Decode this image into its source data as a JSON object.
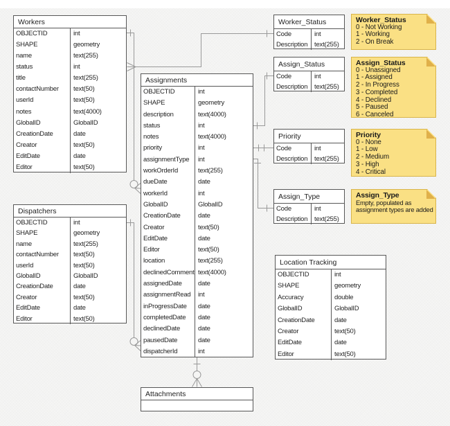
{
  "canvas": {
    "background_color": "#f5f5f4",
    "note_fill_color": "#fae084",
    "note_fold_color": "#e0b04a",
    "connector_color": "#999999"
  },
  "tables": {
    "workers": {
      "title": "Workers",
      "fields": [
        [
          "OBJECTID",
          "int"
        ],
        [
          "SHAPE",
          "geometry"
        ],
        [
          "name",
          "text(255)"
        ],
        [
          "status",
          "int"
        ],
        [
          "title",
          "text(255)"
        ],
        [
          "contactNumber",
          "text(50)"
        ],
        [
          "userId",
          "text(50)"
        ],
        [
          "notes",
          "text(4000)"
        ],
        [
          "GlobalID",
          "GlobalID"
        ],
        [
          "CreationDate",
          "date"
        ],
        [
          "Creator",
          "text(50)"
        ],
        [
          "EditDate",
          "date"
        ],
        [
          "Editor",
          "text(50)"
        ]
      ]
    },
    "dispatchers": {
      "title": "Dispatchers",
      "fields": [
        [
          "OBJECTID",
          "int"
        ],
        [
          "SHAPE",
          "geometry"
        ],
        [
          "name",
          "text(255)"
        ],
        [
          "contactNumber",
          "text(50)"
        ],
        [
          "userId",
          "text(50)"
        ],
        [
          "GlobalID",
          "GlobalID"
        ],
        [
          "CreationDate",
          "date"
        ],
        [
          "Creator",
          "text(50)"
        ],
        [
          "EditDate",
          "date"
        ],
        [
          "Editor",
          "text(50)"
        ]
      ]
    },
    "assignments": {
      "title": "Assignments",
      "fields": [
        [
          "OBJECTID",
          "int"
        ],
        [
          "SHAPE",
          "geometry"
        ],
        [
          "description",
          "text(4000)"
        ],
        [
          "status",
          "int"
        ],
        [
          "notes",
          "text(4000)"
        ],
        [
          "priority",
          "int"
        ],
        [
          "assignmentType",
          "int"
        ],
        [
          "workOrderId",
          "text(255)"
        ],
        [
          "dueDate",
          "date"
        ],
        [
          "workerId",
          "int"
        ],
        [
          "GlobalID",
          "GlobalID"
        ],
        [
          "CreationDate",
          "date"
        ],
        [
          "Creator",
          "text(50)"
        ],
        [
          "EditDate",
          "date"
        ],
        [
          "Editor",
          "text(50)"
        ],
        [
          "location",
          "text(255)"
        ],
        [
          "declinedComment",
          "text(4000)"
        ],
        [
          "assignedDate",
          "date"
        ],
        [
          "assignmentRead",
          "int"
        ],
        [
          "inProgressDate",
          "date"
        ],
        [
          "completedDate",
          "date"
        ],
        [
          "declinedDate",
          "date"
        ],
        [
          "pausedDate",
          "date"
        ],
        [
          "dispatcherId",
          "int"
        ]
      ]
    },
    "worker_status": {
      "title": "Worker_Status",
      "fields": [
        [
          "Code",
          "int"
        ],
        [
          "Description",
          "text(255)"
        ]
      ]
    },
    "assign_status": {
      "title": "Assign_Status",
      "fields": [
        [
          "Code",
          "int"
        ],
        [
          "Description",
          "text(255)"
        ]
      ]
    },
    "priority": {
      "title": "Priority",
      "fields": [
        [
          "Code",
          "int"
        ],
        [
          "Description",
          "text(255)"
        ]
      ]
    },
    "assign_type": {
      "title": "Assign_Type",
      "fields": [
        [
          "Code",
          "int"
        ],
        [
          "Description",
          "text(255)"
        ]
      ]
    },
    "location_tracking": {
      "title": "Location Tracking",
      "fields": [
        [
          "OBJECTID",
          "int"
        ],
        [
          "SHAPE",
          "geometry"
        ],
        [
          "Accuracy",
          "double"
        ],
        [
          "GlobalID",
          "GlobalID"
        ],
        [
          "CreationDate",
          "date"
        ],
        [
          "Creator",
          "text(50)"
        ],
        [
          "EditDate",
          "date"
        ],
        [
          "Editor",
          "text(50)"
        ]
      ]
    },
    "attachments": {
      "title": "Attachments",
      "fields": []
    }
  },
  "notes": {
    "worker_status": {
      "title": "Worker_Status",
      "lines": [
        "0 - Not Working",
        "1 - Working",
        "2 - On Break"
      ]
    },
    "assign_status": {
      "title": "Assign_Status",
      "lines": [
        "0 - Unassigned",
        "1 - Assigned",
        "2 - In Progress",
        "3 - Completed",
        "4 - Declined",
        "5 - Paused",
        "6 - Canceled"
      ]
    },
    "priority": {
      "title": "Priority",
      "lines": [
        "0 - None",
        "1 - Low",
        "2 - Medium",
        "3 - High",
        "4 - Critical"
      ]
    },
    "assign_type": {
      "title": "Assign_Type",
      "lines": [
        "Empty, populated as",
        "assignment types are added"
      ]
    }
  }
}
